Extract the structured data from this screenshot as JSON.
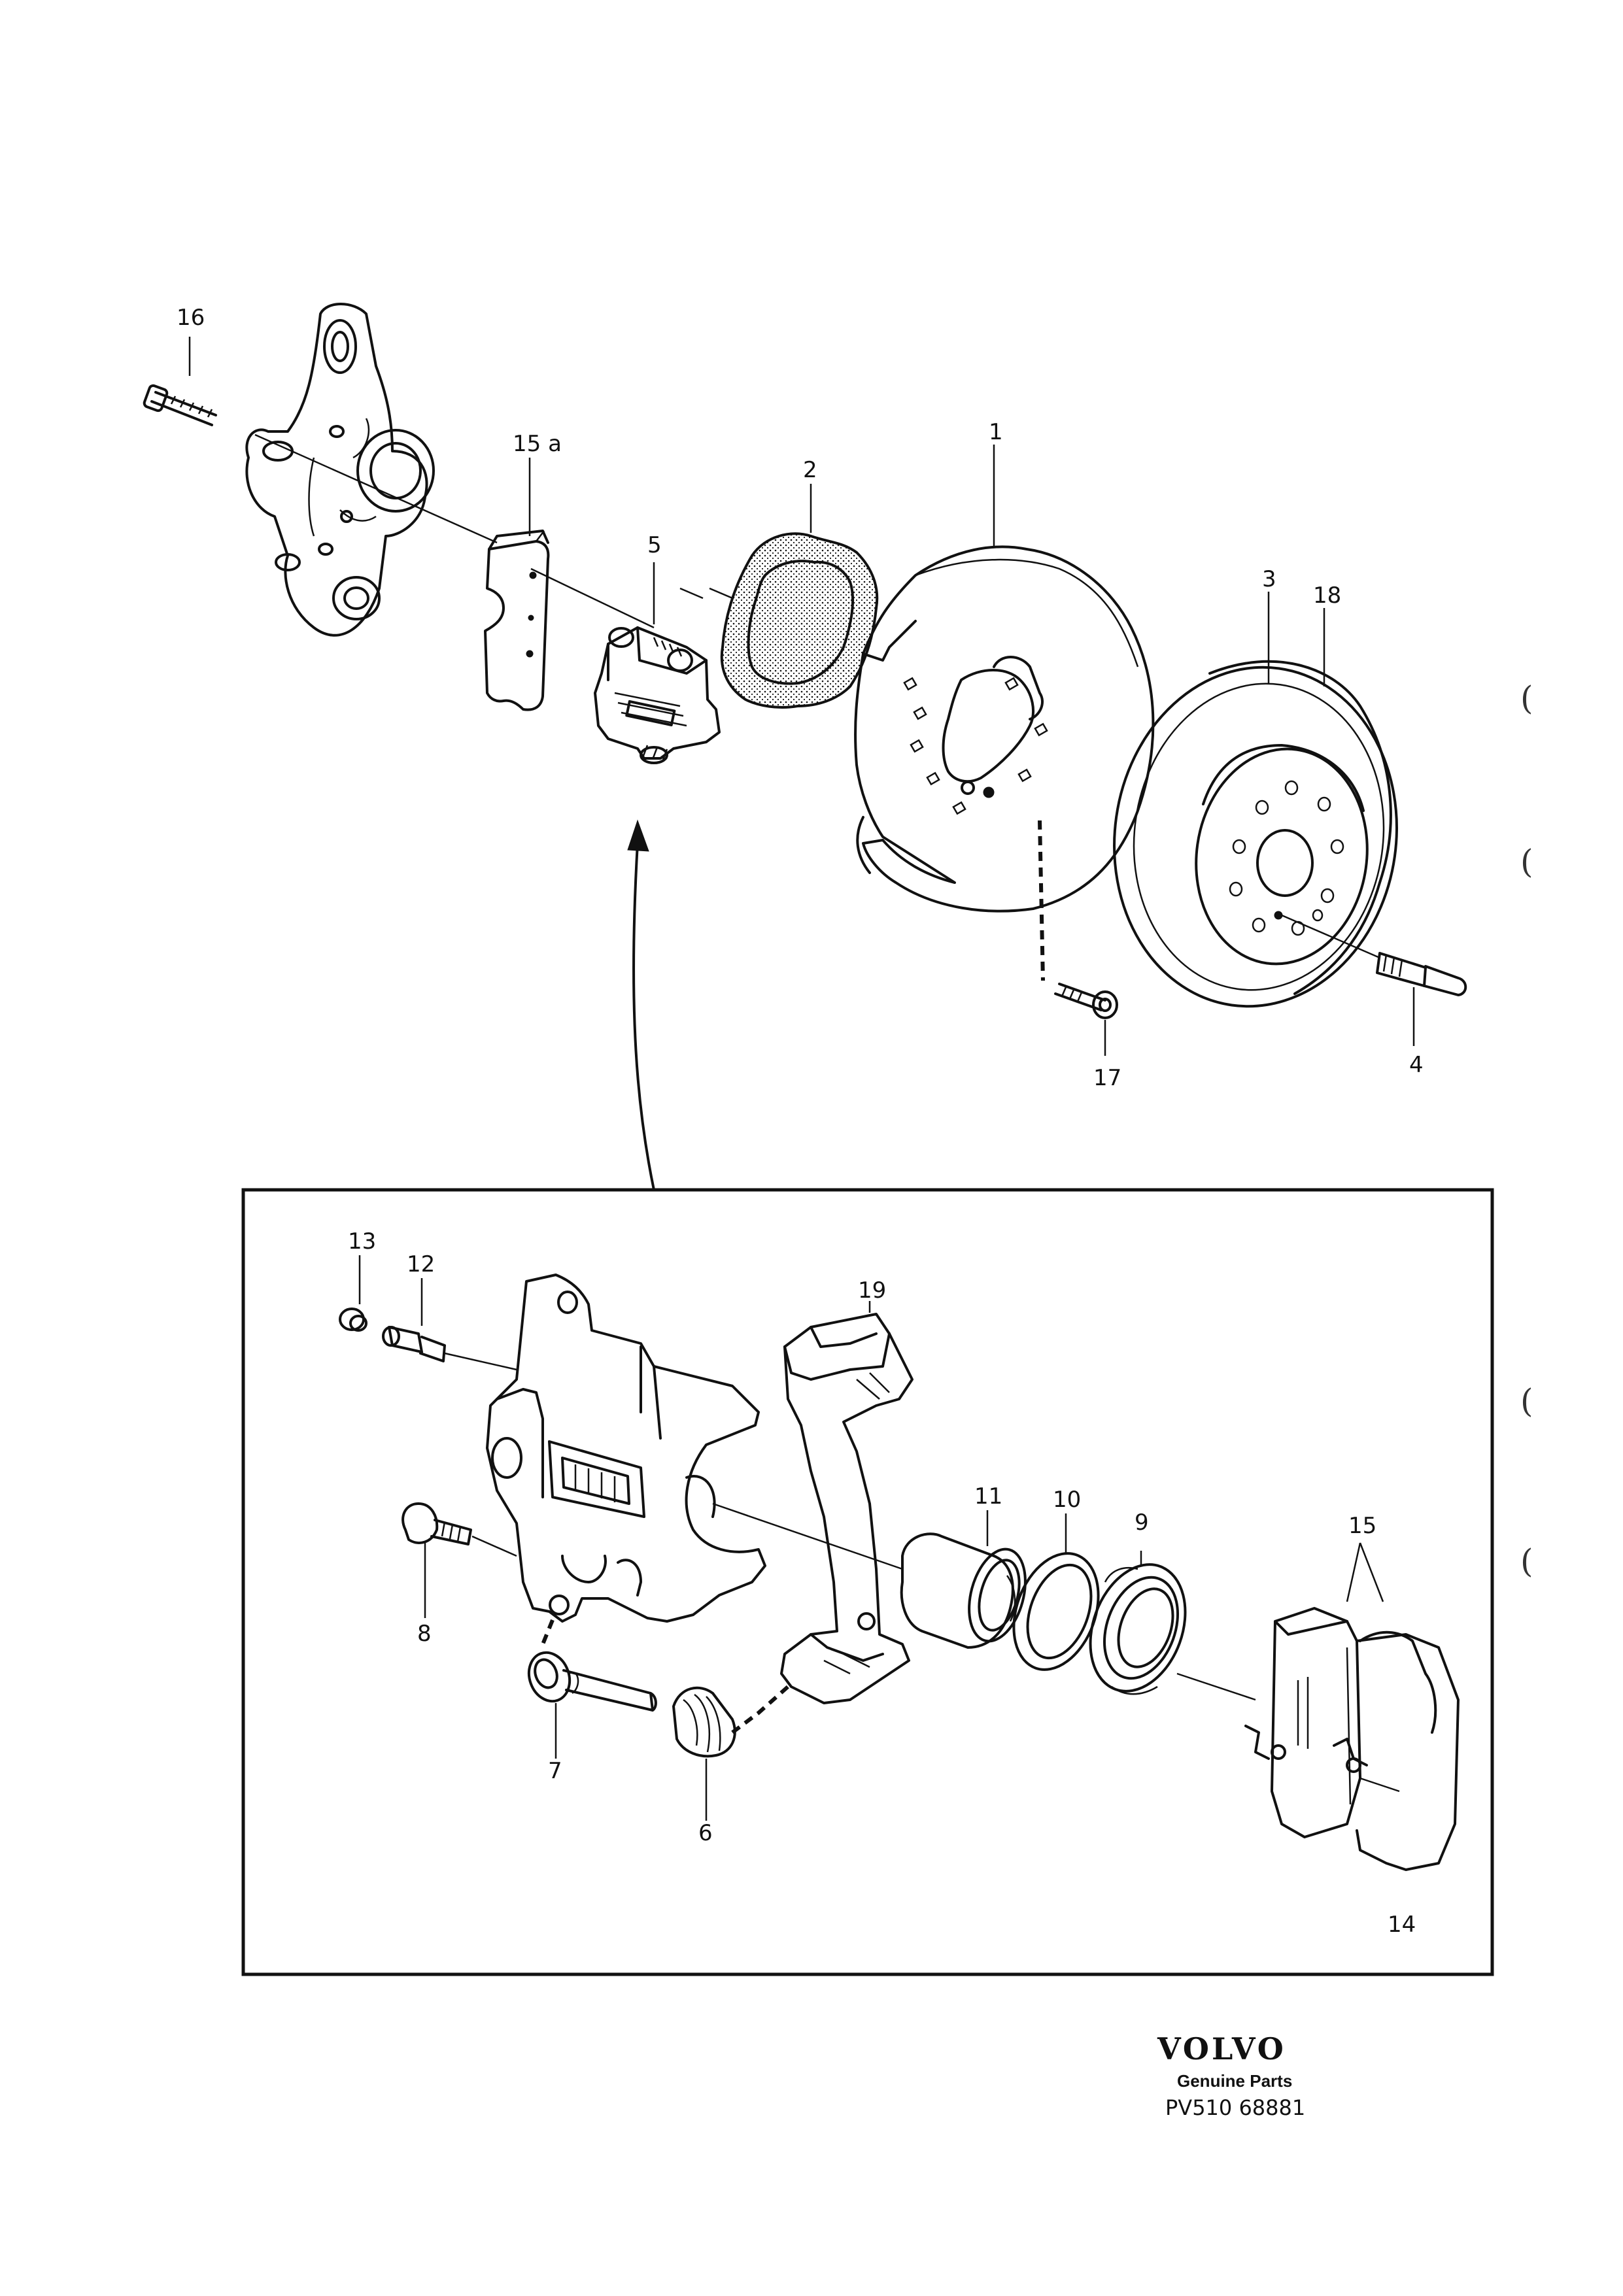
{
  "callouts": {
    "c1": "1",
    "c2": "2",
    "c3": "3",
    "c4": "4",
    "c5": "5",
    "c6": "6",
    "c7": "7",
    "c8": "8",
    "c9": "9",
    "c10": "10",
    "c11": "11",
    "c12": "12",
    "c13": "13",
    "c14": "14",
    "c15": "15",
    "c15a": "15 a",
    "c16": "16",
    "c17": "17",
    "c18": "18",
    "c19": "19"
  },
  "footer": {
    "brand": "VOLVO",
    "subtitle": "Genuine Parts",
    "part_number": "PV510 68881"
  },
  "margin_marks": [
    "(",
    "(",
    "(",
    "("
  ]
}
